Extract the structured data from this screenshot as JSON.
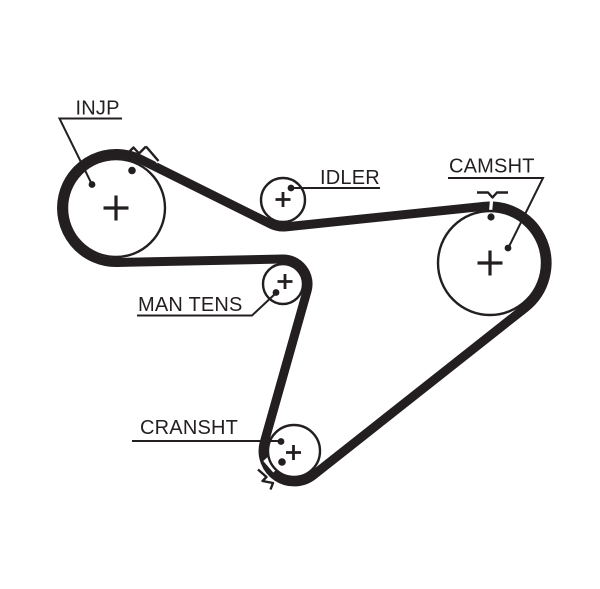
{
  "diagram": {
    "kind": "timing-belt-routing-diagram",
    "background_color": "#ffffff",
    "line_color": "#231f20",
    "belt": {
      "name": "timing-belt",
      "shape": "closed-loop"
    },
    "pulleys": [
      {
        "id": "injp",
        "label": "INJP",
        "marks": [
          "center-cross",
          "leader-dot",
          "timing-dot",
          "rotation-zigzag-mark",
          "belt-cut-mark"
        ]
      },
      {
        "id": "idler",
        "label": "IDLER",
        "marks": [
          "center-cross",
          "leader-dot"
        ]
      },
      {
        "id": "camsht",
        "label": "CAMSHT",
        "marks": [
          "center-cross",
          "leader-dot",
          "timing-dot",
          "alignment-notch-mark",
          "belt-notch-mark"
        ]
      },
      {
        "id": "man_tens",
        "label": "MAN TENS",
        "marks": [
          "center-cross",
          "leader-dot"
        ]
      },
      {
        "id": "cransht",
        "label": "CRANSHT",
        "marks": [
          "center-cross",
          "leader-dot",
          "timing-dot",
          "rotation-zigzag-mark",
          "belt-cut-mark"
        ]
      }
    ]
  }
}
